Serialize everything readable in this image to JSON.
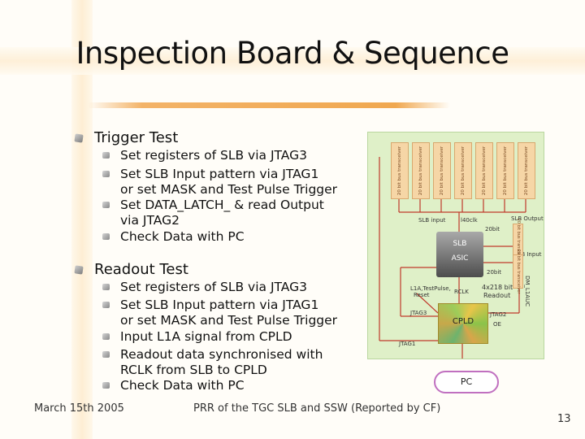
{
  "slide": {
    "title": "Inspection Board & Sequence",
    "sections": [
      {
        "heading": "Trigger Test",
        "items": [
          "Set registers of SLB via JTAG3",
          "Set SLB Input pattern via JTAG1",
          "or set MASK and Test Pulse Trigger",
          "Set DATA_LATCH_ & read Output",
          "via JTAG2",
          "Check Data with PC"
        ]
      },
      {
        "heading": "Readout Test",
        "items": [
          "Set registers of SLB via JTAG3",
          "Set SLB Input pattern via JTAG1",
          "or set MASK and Test Pulse Trigger",
          "Input L1A signal from CPLD",
          "Readout data synchronised with",
          "RCLK from SLB to CPLD",
          "Check Data with PC"
        ]
      }
    ],
    "footer": {
      "date": "March 15th 2005",
      "center": "PRR of the TGC SLB and SSW (Reported by CF)",
      "page": "13"
    }
  },
  "diagram": {
    "transceiver_label": "20 bit bus transceiver",
    "labels": {
      "slb_input": "SLB input",
      "clk": "l40clk",
      "bit20_a": "20bit",
      "slb_output": "SLB Output",
      "slb_input_right": "SLB Input",
      "bit20_b": "20bit",
      "l1a": "L1A,TestPulse,",
      "reset": "Reset",
      "rclk": "RCLK",
      "readout_size": "4x218 bit",
      "readout": "Readout",
      "jtag3": "JTAG3",
      "jtag2": "JTAG2",
      "oe": "OE",
      "jtag1": "JTAG1",
      "asic_line1": "SLB",
      "asic_line2": "ASIC",
      "cpld": "CPLD",
      "pc": "PC",
      "dmt": "DM_L1AUC",
      "side_a": "20 bit bus transceiver",
      "side_b": "20 bit bus transceiver"
    },
    "colors": {
      "background": "#dff0c8",
      "transceiver": "#f6d6a6",
      "line": "#c0392b"
    }
  }
}
